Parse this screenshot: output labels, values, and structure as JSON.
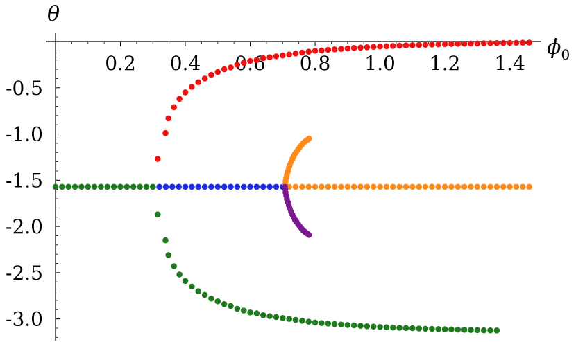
{
  "chart_data": {
    "type": "scatter",
    "title": "",
    "xlabel": "ϕ",
    "xlabel_subscript": "0",
    "ylabel": "θ",
    "xlim": [
      0,
      1.48
    ],
    "ylim": [
      -3.22,
      0.0
    ],
    "grid": false,
    "legend": "none",
    "x_ticks": [
      {
        "value": 0.2,
        "label": "0.2"
      },
      {
        "value": 0.4,
        "label": "0.4"
      },
      {
        "value": 0.6,
        "label": "0.6"
      },
      {
        "value": 0.8,
        "label": "0.8"
      },
      {
        "value": 1.0,
        "label": "1.0"
      },
      {
        "value": 1.2,
        "label": "1.2"
      },
      {
        "value": 1.4,
        "label": "1.4"
      }
    ],
    "y_ticks": [
      {
        "value": -0.5,
        "label": "-0.5"
      },
      {
        "value": -1.0,
        "label": "-1.0"
      },
      {
        "value": -1.5,
        "label": "-1.5"
      },
      {
        "value": -2.0,
        "label": "-2.0"
      },
      {
        "value": -2.5,
        "label": "-2.5"
      },
      {
        "value": -3.0,
        "label": "-3.0"
      }
    ],
    "series": [
      {
        "color": "#ee1111",
        "x": [
          0.315,
          0.339,
          0.348,
          0.365,
          0.382,
          0.4,
          0.42,
          0.44,
          0.46,
          0.48,
          0.5,
          0.52,
          0.54,
          0.56,
          0.58,
          0.6,
          0.62,
          0.64,
          0.66,
          0.68,
          0.7,
          0.72,
          0.74,
          0.76,
          0.78,
          0.8,
          0.82,
          0.84,
          0.86,
          0.88,
          0.9,
          0.92,
          0.94,
          0.96,
          0.98,
          1.0,
          1.02,
          1.04,
          1.06,
          1.08,
          1.1,
          1.12,
          1.14,
          1.16,
          1.18,
          1.2,
          1.22,
          1.24,
          1.26,
          1.28,
          1.3,
          1.32,
          1.34,
          1.36,
          1.38,
          1.4,
          1.42,
          1.44,
          1.46
        ],
        "y": [
          -1.27,
          -0.99,
          -0.83,
          -0.71,
          -0.62,
          -0.55,
          -0.49,
          -0.44,
          -0.4,
          -0.36,
          -0.33,
          -0.3,
          -0.28,
          -0.25,
          -0.23,
          -0.21,
          -0.2,
          -0.18,
          -0.17,
          -0.16,
          -0.15,
          -0.14,
          -0.13,
          -0.12,
          -0.11,
          -0.1,
          -0.097,
          -0.09,
          -0.085,
          -0.08,
          -0.075,
          -0.07,
          -0.066,
          -0.062,
          -0.058,
          -0.054,
          -0.051,
          -0.048,
          -0.045,
          -0.042,
          -0.04,
          -0.037,
          -0.035,
          -0.033,
          -0.031,
          -0.029,
          -0.027,
          -0.025,
          -0.024,
          -0.022,
          -0.021,
          -0.019,
          -0.018,
          -0.017,
          -0.016,
          -0.015,
          -0.014,
          -0.013,
          -0.012
        ]
      },
      {
        "color": "#1f7a1f",
        "x": [
          0.0,
          0.02,
          0.04,
          0.06,
          0.08,
          0.1,
          0.12,
          0.14,
          0.16,
          0.18,
          0.2,
          0.22,
          0.24,
          0.26,
          0.28,
          0.3,
          0.315,
          0.339,
          0.348,
          0.365,
          0.382,
          0.4,
          0.42,
          0.44,
          0.46,
          0.48,
          0.5,
          0.52,
          0.54,
          0.56,
          0.58,
          0.6,
          0.62,
          0.64,
          0.66,
          0.68,
          0.7,
          0.72,
          0.74,
          0.76,
          0.78,
          0.8,
          0.82,
          0.84,
          0.86,
          0.88,
          0.9,
          0.92,
          0.94,
          0.96,
          0.98,
          1.0,
          1.02,
          1.04,
          1.06,
          1.08,
          1.1,
          1.12,
          1.14,
          1.16,
          1.18,
          1.2,
          1.22,
          1.24,
          1.26,
          1.28,
          1.3,
          1.32,
          1.34,
          1.36
        ],
        "y": [
          -1.571,
          -1.571,
          -1.571,
          -1.571,
          -1.571,
          -1.571,
          -1.571,
          -1.571,
          -1.571,
          -1.571,
          -1.571,
          -1.571,
          -1.571,
          -1.571,
          -1.571,
          -1.571,
          -1.87,
          -2.15,
          -2.31,
          -2.43,
          -2.52,
          -2.59,
          -2.65,
          -2.7,
          -2.74,
          -2.78,
          -2.81,
          -2.84,
          -2.86,
          -2.89,
          -2.91,
          -2.93,
          -2.94,
          -2.96,
          -2.97,
          -2.98,
          -2.99,
          -3.0,
          -3.01,
          -3.02,
          -3.03,
          -3.04,
          -3.045,
          -3.05,
          -3.056,
          -3.06,
          -3.066,
          -3.07,
          -3.075,
          -3.08,
          -3.083,
          -3.087,
          -3.09,
          -3.093,
          -3.096,
          -3.099,
          -3.101,
          -3.104,
          -3.106,
          -3.108,
          -3.11,
          -3.112,
          -3.114,
          -3.116,
          -3.118,
          -3.12,
          -3.121,
          -3.123,
          -3.124,
          -3.125
        ]
      },
      {
        "color": "#1e2ee6",
        "x": [
          0.32,
          0.34,
          0.36,
          0.38,
          0.4,
          0.42,
          0.44,
          0.46,
          0.48,
          0.5,
          0.52,
          0.54,
          0.56,
          0.58,
          0.6,
          0.62,
          0.64,
          0.66,
          0.68,
          0.7
        ],
        "y": [
          -1.571,
          -1.571,
          -1.571,
          -1.571,
          -1.571,
          -1.571,
          -1.571,
          -1.571,
          -1.571,
          -1.571,
          -1.571,
          -1.571,
          -1.571,
          -1.571,
          -1.571,
          -1.571,
          -1.571,
          -1.571,
          -1.571,
          -1.571
        ]
      },
      {
        "color": "#ff8c1a",
        "x": [
          0.708,
          0.72,
          0.74,
          0.76,
          0.78,
          0.8,
          0.82,
          0.84,
          0.86,
          0.88,
          0.9,
          0.92,
          0.94,
          0.96,
          0.98,
          1.0,
          1.02,
          1.04,
          1.06,
          1.08,
          1.1,
          1.12,
          1.14,
          1.16,
          1.18,
          1.2,
          1.22,
          1.24,
          1.26,
          1.28,
          1.3,
          1.32,
          1.34,
          1.36,
          1.38,
          1.4,
          1.42,
          1.44,
          1.46
        ],
        "y": [
          -1.571,
          -1.571,
          -1.571,
          -1.571,
          -1.571,
          -1.571,
          -1.571,
          -1.571,
          -1.571,
          -1.571,
          -1.571,
          -1.571,
          -1.571,
          -1.571,
          -1.571,
          -1.571,
          -1.571,
          -1.571,
          -1.571,
          -1.571,
          -1.571,
          -1.571,
          -1.571,
          -1.571,
          -1.571,
          -1.571,
          -1.571,
          -1.571,
          -1.571,
          -1.571,
          -1.571,
          -1.571,
          -1.571,
          -1.571,
          -1.571,
          -1.571,
          -1.571,
          -1.571,
          -1.571
        ]
      },
      {
        "color": "#ff8c1a",
        "x": [
          0.707,
          0.708,
          0.709,
          0.711,
          0.713,
          0.716,
          0.719,
          0.722,
          0.726,
          0.73,
          0.734,
          0.738,
          0.743,
          0.748,
          0.753,
          0.758,
          0.763,
          0.768,
          0.773,
          0.778,
          0.781
        ],
        "y": [
          -1.571,
          -1.545,
          -1.51,
          -1.475,
          -1.44,
          -1.405,
          -1.37,
          -1.335,
          -1.3,
          -1.27,
          -1.24,
          -1.215,
          -1.19,
          -1.165,
          -1.14,
          -1.12,
          -1.1,
          -1.085,
          -1.07,
          -1.06,
          -1.05
        ]
      },
      {
        "color": "#7b1a8f",
        "x": [
          0.707,
          0.708,
          0.709,
          0.711,
          0.713,
          0.716,
          0.719,
          0.722,
          0.726,
          0.73,
          0.734,
          0.738,
          0.743,
          0.748,
          0.753,
          0.758,
          0.763,
          0.768,
          0.773,
          0.778,
          0.781
        ],
        "y": [
          -1.571,
          -1.597,
          -1.632,
          -1.667,
          -1.702,
          -1.737,
          -1.772,
          -1.807,
          -1.842,
          -1.872,
          -1.902,
          -1.927,
          -1.952,
          -1.977,
          -2.002,
          -2.022,
          -2.042,
          -2.057,
          -2.072,
          -2.082,
          -2.092
        ]
      }
    ]
  }
}
